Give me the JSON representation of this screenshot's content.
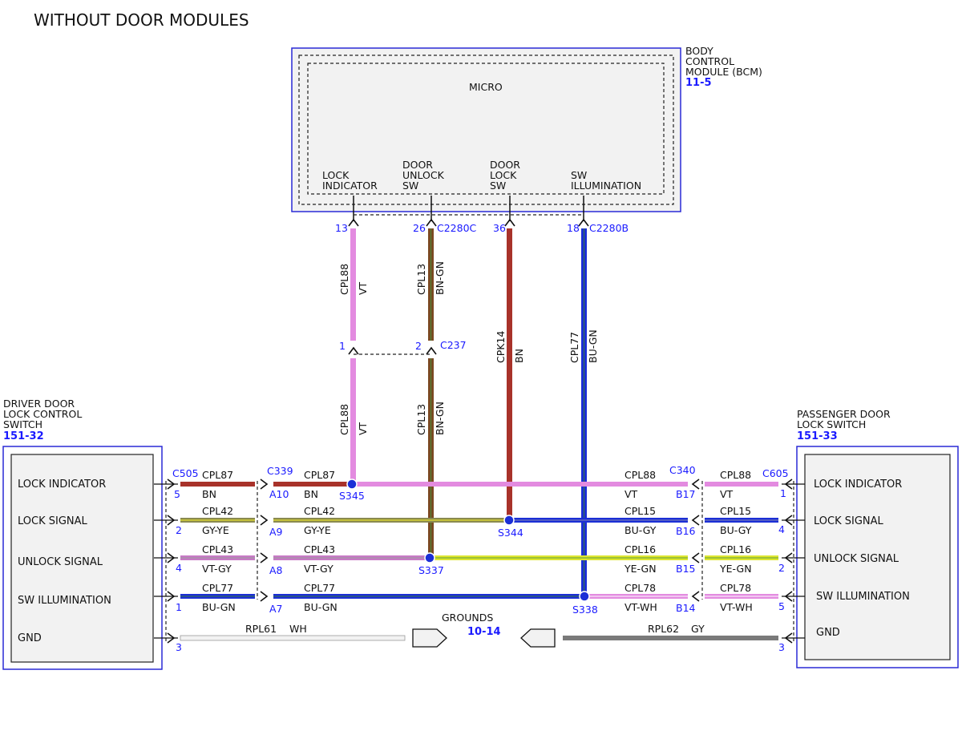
{
  "title": "WITHOUT DOOR MODULES",
  "bcm": {
    "name": [
      "BODY",
      "CONTROL",
      "MODULE (BCM)"
    ],
    "ref": "11-5",
    "inner": "MICRO",
    "pins": [
      {
        "l1": "LOCK",
        "l2": "INDICATOR"
      },
      {
        "l1": "DOOR",
        "l2": "UNLOCK",
        "l3": "SW"
      },
      {
        "l1": "DOOR",
        "l2": "LOCK",
        "l3": "SW"
      },
      {
        "l1": "SW",
        "l2": "ILLUMINATION"
      }
    ]
  },
  "driver": {
    "name": [
      "DRIVER DOOR",
      "LOCK CONTROL",
      "SWITCH"
    ],
    "ref": "151-32",
    "items": [
      "LOCK INDICATOR",
      "LOCK SIGNAL",
      "UNLOCK SIGNAL",
      "SW ILLUMINATION",
      "GND"
    ]
  },
  "passenger": {
    "name": [
      "PASSENGER DOOR",
      "LOCK SWITCH"
    ],
    "ref": "151-33",
    "items": [
      "LOCK INDICATOR",
      "LOCK SIGNAL",
      "UNLOCK SIGNAL",
      "SW ILLUMINATION",
      "GND"
    ]
  },
  "grounds": {
    "label": "GROUNDS",
    "ref": "10-14"
  },
  "connectors": {
    "c2280c": "C2280C",
    "c2280b": "C2280B",
    "c237": "C237",
    "c505": "C505",
    "c339": "C339",
    "c340": "C340",
    "c605": "C605"
  },
  "pins": {
    "p13": "13",
    "p26": "26",
    "p36": "36",
    "p18": "18",
    "c237_1": "1",
    "c237_2": "2",
    "d5": "5",
    "d2": "2",
    "d4": "4",
    "d1": "1",
    "d3": "3",
    "a10": "A10",
    "a9": "A9",
    "a8": "A8",
    "a7": "A7",
    "b17": "B17",
    "b16": "B16",
    "b15": "B15",
    "b14": "B14",
    "p1": "1",
    "p4": "4",
    "p2": "2",
    "p5": "5",
    "p3": "3"
  },
  "splices": {
    "s345": "S345",
    "s344": "S344",
    "s337": "S337",
    "s338": "S338"
  },
  "vwires": {
    "cpl88_top": {
      "circuit": "CPL88",
      "color": "VT"
    },
    "cpl13_top": {
      "circuit": "CPL13",
      "color": "BN-GN"
    },
    "cpl88_bot": {
      "circuit": "CPL88",
      "color": "VT"
    },
    "cpl13_bot": {
      "circuit": "CPL13",
      "color": "BN-GN"
    },
    "cpk14": {
      "circuit": "CPK14",
      "color": "BN"
    },
    "cpl77": {
      "circuit": "CPL77",
      "color": "BU-GN"
    }
  },
  "hwires": {
    "r1_dl": {
      "circuit": "CPL87",
      "color": "BN"
    },
    "r1_dr": {
      "circuit": "CPL87",
      "color": "BN"
    },
    "r1_pl": {
      "circuit": "CPL88",
      "color": "VT"
    },
    "r1_pr": {
      "circuit": "CPL88",
      "color": "VT"
    },
    "r2_dl": {
      "circuit": "CPL42",
      "color": "GY-YE"
    },
    "r2_dr": {
      "circuit": "CPL42",
      "color": "GY-YE"
    },
    "r2_pl": {
      "circuit": "CPL15",
      "color": "BU-GY"
    },
    "r2_pr": {
      "circuit": "CPL15",
      "color": "BU-GY"
    },
    "r3_dl": {
      "circuit": "CPL43",
      "color": "VT-GY"
    },
    "r3_dr": {
      "circuit": "CPL43",
      "color": "VT-GY"
    },
    "r3_pl": {
      "circuit": "CPL16",
      "color": "YE-GN"
    },
    "r3_pr": {
      "circuit": "CPL16",
      "color": "YE-GN"
    },
    "r4_dl": {
      "circuit": "CPL77",
      "color": "BU-GN"
    },
    "r4_dr": {
      "circuit": "CPL77",
      "color": "BU-GN"
    },
    "r4_pl": {
      "circuit": "CPL78",
      "color": "VT-WH"
    },
    "r4_pr": {
      "circuit": "CPL78",
      "color": "VT-WH"
    },
    "gnd_l": {
      "circuit": "RPL61",
      "color": "WH"
    },
    "gnd_r": {
      "circuit": "RPL62",
      "color": "GY"
    }
  },
  "wire_colors": {
    "violet": "#e38be0",
    "brown": "#a8322a",
    "brown_green": "#7a4a22",
    "blue": "#1b2fd6",
    "gray_yellow": "#c9c24a",
    "yellow_green": "#dde630",
    "white": "#f2f2f2",
    "gray": "#7a7a7a"
  }
}
